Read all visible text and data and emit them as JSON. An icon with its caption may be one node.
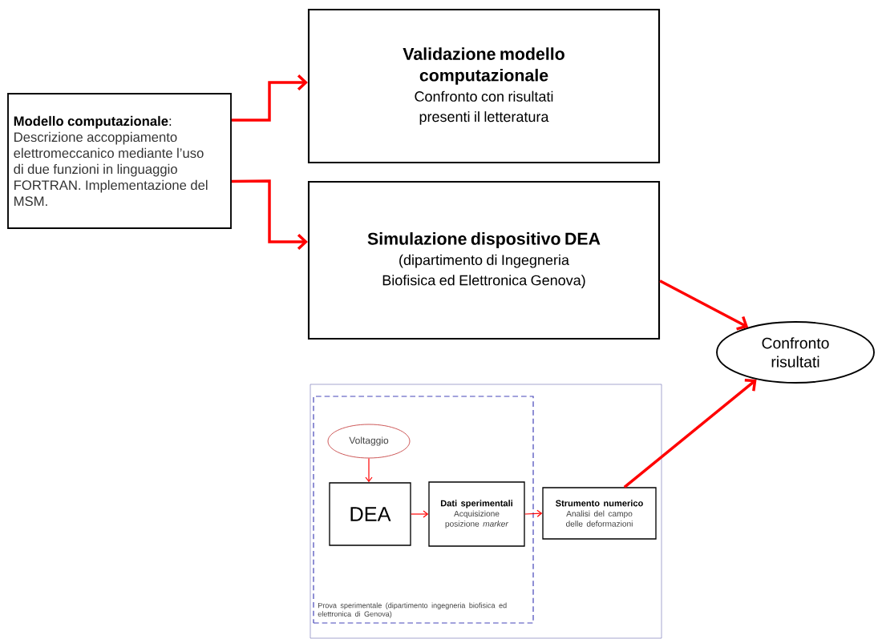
{
  "diagram": {
    "nodes": [
      {
        "text": [
          "**Modello computazionale**:",
          "Descrizione accoppiamento elettromeccanico mediante l’uso di due funzioni in linguaggio FORTRAN. Implementazione del MSM."
        ]
      },
      {
        "text": [
          "Validazione modello computazionale",
          "Confronto con risultati presenti il letteratura"
        ]
      },
      {
        "text": [
          "Simulazione dispositivo DEA",
          "(dipartimento di Ingegneria Biofisica ed Elettronica Genova)"
        ]
      },
      {
        "text": [
          "Confronto risultati"
        ]
      },
      {
        "text": [],
        "shape": "box"
      },
      {
        "text": [
          "Prova sperimentale (dipartimento ingegneria biofisica ed elettronica di Genova)"
        ],
        "in": 4
      },
      {
        "text": [
          "Voltaggio"
        ],
        "in": 5
      },
      {
        "text": [
          "DEA"
        ],
        "in": 5
      },
      {
        "text": [
          "Dati sperimentali",
          "Acquisizione posizione *marker*"
        ],
        "in": 5
      },
      {
        "text": [
          "Strumento numerico",
          "Analisi del campo delle deformazioni"
        ],
        "in": 4
      }
    ],
    "edges": [
      {
        "from": 0,
        "to": 1,
        "arrow": "to"
      },
      {
        "from": 0,
        "to": 2,
        "arrow": "to"
      },
      {
        "from": 2,
        "to": 3,
        "arrow": "to"
      },
      {
        "from": 9,
        "to": 3,
        "arrow": "to"
      },
      {
        "from": 6,
        "to": 7,
        "arrow": "to"
      },
      {
        "from": 7,
        "to": 8,
        "arrow": "to"
      },
      {
        "from": 8,
        "to": 9,
        "arrow": "to"
      }
    ]
  }
}
